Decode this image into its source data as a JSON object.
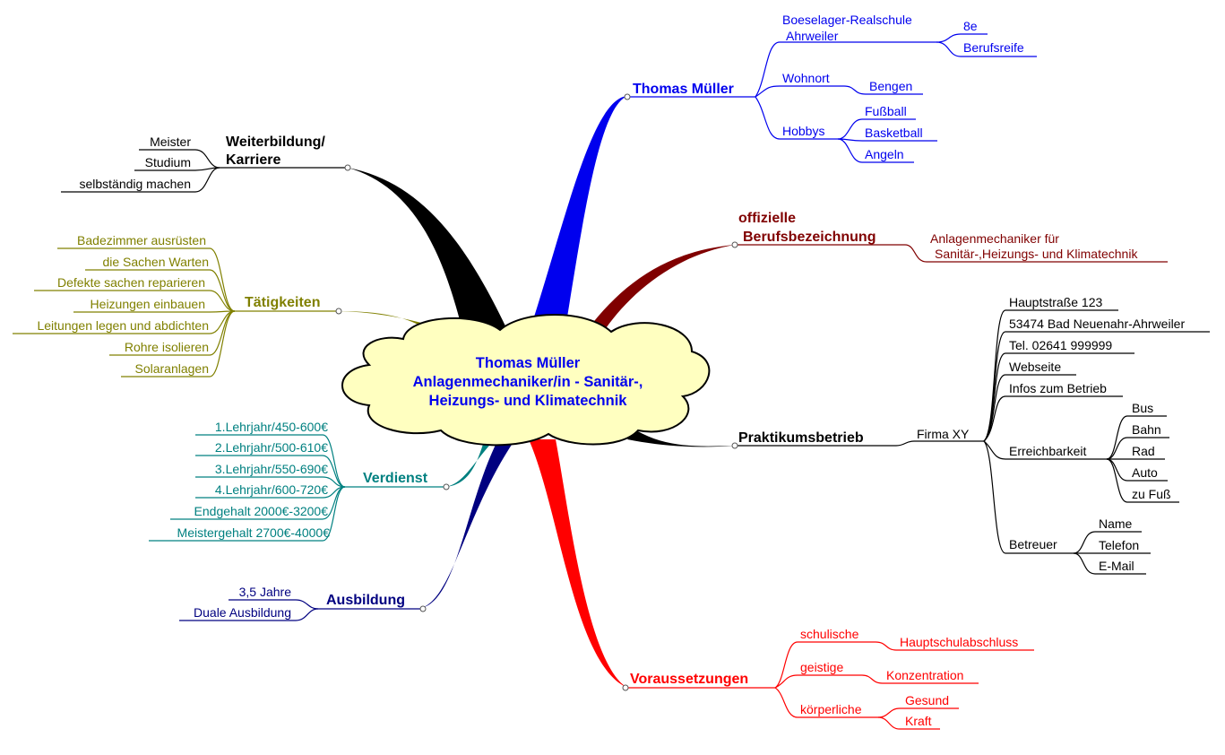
{
  "colors": {
    "blue": "#0000ee",
    "black": "#000000",
    "olive": "#808000",
    "teal": "#008080",
    "navy": "#000080",
    "red": "#ff0000",
    "maroon": "#800000",
    "cloud_fill": "#ffffc0"
  },
  "center": {
    "line1": "Thomas Müller",
    "line2": "Anlagenmechaniker/in - Sanitär-,",
    "line3": "Heizungs- und Klimatechnik"
  },
  "person": {
    "title": "Thomas Müller",
    "school_line1": "Boeselager-Realschule",
    "school_line2": "Ahrweiler",
    "class": "8e",
    "berufsreife": "Berufsreife",
    "wohnort": "Wohnort",
    "bengen": "Bengen",
    "hobbys": "Hobbys",
    "hobbies": [
      "Fußball",
      "Basketball",
      "Angeln"
    ]
  },
  "weiterbildung": {
    "title_line1": "Weiterbildung/",
    "title_line2": "Karriere",
    "items": [
      "Meister",
      "Studium",
      "selbständig machen"
    ]
  },
  "taetigkeiten": {
    "title": "Tätigkeiten",
    "items": [
      "Badezimmer ausrüsten",
      "die Sachen Warten",
      "Defekte sachen reparieren",
      "Heizungen einbauen",
      "Leitungen legen und abdichten",
      "Rohre isolieren",
      "Solaranlagen"
    ]
  },
  "verdienst": {
    "title": "Verdienst",
    "items": [
      "1.Lehrjahr/450-600€",
      "2.Lehrjahr/500-610€",
      "3.Lehrjahr/550-690€",
      "4.Lehrjahr/600-720€",
      "Endgehalt 2000€-3200€",
      "Meistergehalt 2700€-4000€"
    ]
  },
  "ausbildung": {
    "title": "Ausbildung",
    "items": [
      "3,5  Jahre",
      "Duale Ausbildung"
    ]
  },
  "berufsbezeichnung": {
    "title_line1": "offizielle",
    "title_line2": "Berufsbezeichnung",
    "value_line1": "Anlagenmechaniker für",
    "value_line2": "Sanitär-,Heizungs- und Klimatechnik"
  },
  "praktikum": {
    "title": "Praktikumsbetrieb",
    "firma": "Firma XY",
    "details": [
      "Hauptstraße 123",
      "53474 Bad Neuenahr-Ahrweiler",
      "Tel. 02641 999999",
      "Webseite",
      "Infos zum Betrieb"
    ],
    "erreichbarkeit": "Erreichbarkeit",
    "transport": [
      "Bus",
      "Bahn",
      "Rad",
      "Auto",
      "zu Fuß"
    ],
    "betreuer": "Betreuer",
    "betreuer_items": [
      "Name",
      "Telefon",
      "E-Mail"
    ]
  },
  "voraussetzungen": {
    "title": "Voraussetzungen",
    "schulische": "schulische",
    "hauptschulabschluss": "Hauptschulabschluss",
    "geistige": "geistige",
    "konzentration": "Konzentration",
    "koerperliche": "körperliche",
    "koerperliche_items": [
      "Gesund",
      "Kraft"
    ]
  }
}
